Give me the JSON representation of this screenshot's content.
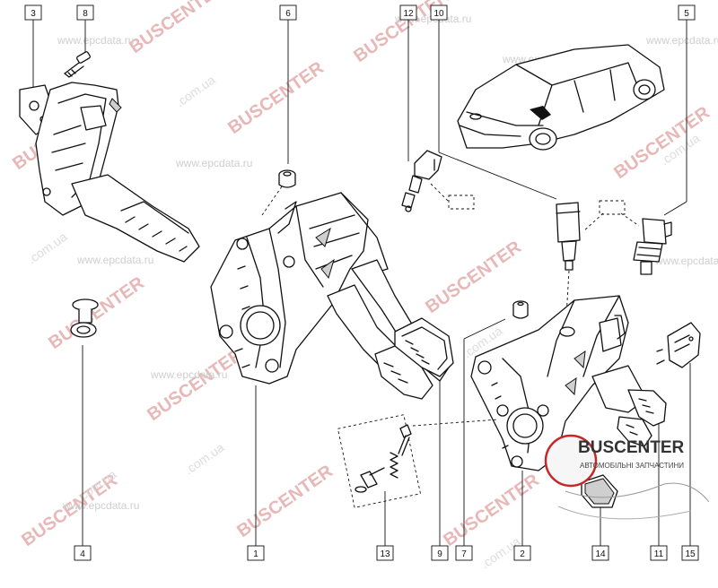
{
  "callouts": [
    {
      "id": "c3",
      "label": "3"
    },
    {
      "id": "c8",
      "label": "8"
    },
    {
      "id": "c6",
      "label": "6"
    },
    {
      "id": "c12",
      "label": "12"
    },
    {
      "id": "c10",
      "label": "10"
    },
    {
      "id": "c5",
      "label": "5"
    },
    {
      "id": "c4",
      "label": "4"
    },
    {
      "id": "c1",
      "label": "1"
    },
    {
      "id": "c13",
      "label": "13"
    },
    {
      "id": "c9",
      "label": "9"
    },
    {
      "id": "c7",
      "label": "7"
    },
    {
      "id": "c2",
      "label": "2"
    },
    {
      "id": "c14",
      "label": "14"
    },
    {
      "id": "c11",
      "label": "11"
    },
    {
      "id": "c15",
      "label": "15"
    }
  ],
  "watermarks": {
    "brand": "BUSCENTER",
    "brand_domain": ".com.ua",
    "epc": "www.epcdata.ru"
  },
  "logo": {
    "name": "BUSCENTER",
    "tagline": "АВТОМОБІЛЬНІ ЗАПЧАСТИНИ"
  }
}
